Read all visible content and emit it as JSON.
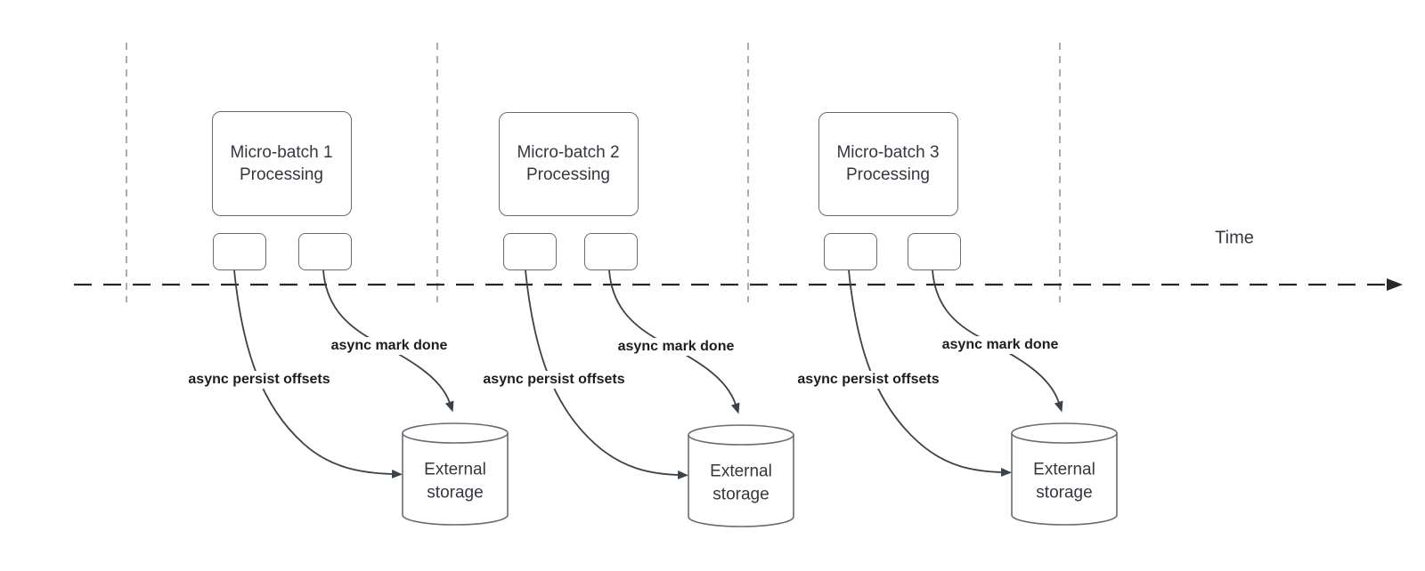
{
  "diagram": {
    "type": "micro-batch-timeline",
    "time_axis_label": "Time",
    "batches": [
      {
        "title_line1": "Micro-batch 1",
        "title_line2": "Processing",
        "persist_label": "async persist offsets",
        "mark_done_label": "async mark done",
        "storage_line1": "External",
        "storage_line2": "storage"
      },
      {
        "title_line1": "Micro-batch 2",
        "title_line2": "Processing",
        "persist_label": "async persist offsets",
        "mark_done_label": "async mark done",
        "storage_line1": "External",
        "storage_line2": "storage"
      },
      {
        "title_line1": "Micro-batch 3",
        "title_line2": "Processing",
        "persist_label": "async persist offsets",
        "mark_done_label": "async mark done",
        "storage_line1": "External",
        "storage_line2": "storage"
      }
    ],
    "colors": {
      "background": "#ffffff",
      "node_border": "#676c73",
      "node_text": "#33383e",
      "connector": "#3b424b",
      "axis": "#24282d",
      "guide_line": "#aaadb2",
      "label_text": "#1a1d21"
    }
  }
}
